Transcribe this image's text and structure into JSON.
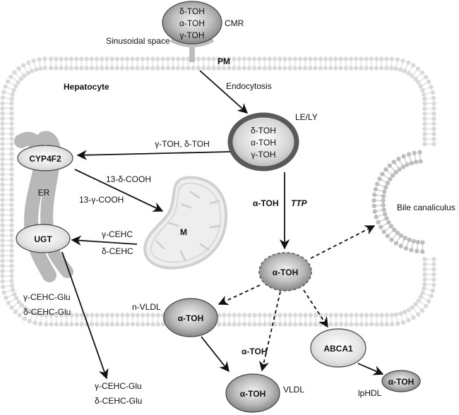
{
  "title": "Hepatic vitamin E (tocopherol) metabolism and trafficking",
  "regions": {
    "sinusoidal_space": "Sinusoidal space",
    "plasma_membrane": "PM",
    "hepatocyte": "Hepatocyte",
    "bile_canaliculus": "Bile canaliculus",
    "er": "ER",
    "mitochondrion": "M"
  },
  "nodes": {
    "cmr": {
      "label": "CMR",
      "contents": [
        "δ-TOH",
        "α-TOH",
        "γ-TOH"
      ]
    },
    "le_ly": {
      "label": "LE/LY",
      "contents": [
        "δ-TOH",
        "α-TOH",
        "γ-TOH"
      ]
    },
    "cyp4f2": {
      "label": "CYP4F2"
    },
    "ugt": {
      "label": "UGT"
    },
    "alpha_toh_pool": {
      "label": "α-TOH"
    },
    "n_vldl": {
      "label": "n-VLDL",
      "contents": "α-TOH"
    },
    "vldl": {
      "label": "VLDL",
      "contents": "α-TOH"
    },
    "abca1": {
      "label": "ABCA1"
    },
    "lphdl": {
      "label": "lpHDL",
      "contents": "α-TOH"
    }
  },
  "edges": {
    "endocytosis": "Endocytosis",
    "le_to_cyp": "γ-TOH, δ-TOH",
    "cyp_to_m_1": "13-δ-COOH",
    "cyp_to_m_2": "13-γ-COOH",
    "m_to_ugt_1": "γ-CEHC",
    "m_to_ugt_2": "δ-CEHC",
    "le_to_pool_left": "α-TOH",
    "le_to_pool_right": "TTP",
    "ugt_inner_1": "γ-CEHC-Glu",
    "ugt_inner_2": "δ-CEHC-Glu",
    "ugt_out_1": "γ-CEHC-Glu",
    "ugt_out_2": "δ-CEHC-Glu",
    "pool_to_vldl": "α-TOH"
  },
  "colors": {
    "membrane": "#d9d9d9",
    "membrane_dark": "#bdbdbd",
    "er": "#b5b5b5",
    "mito_fill": "#eeeeee",
    "mito_stroke": "#d0d0d0",
    "arrow": "#111111"
  }
}
